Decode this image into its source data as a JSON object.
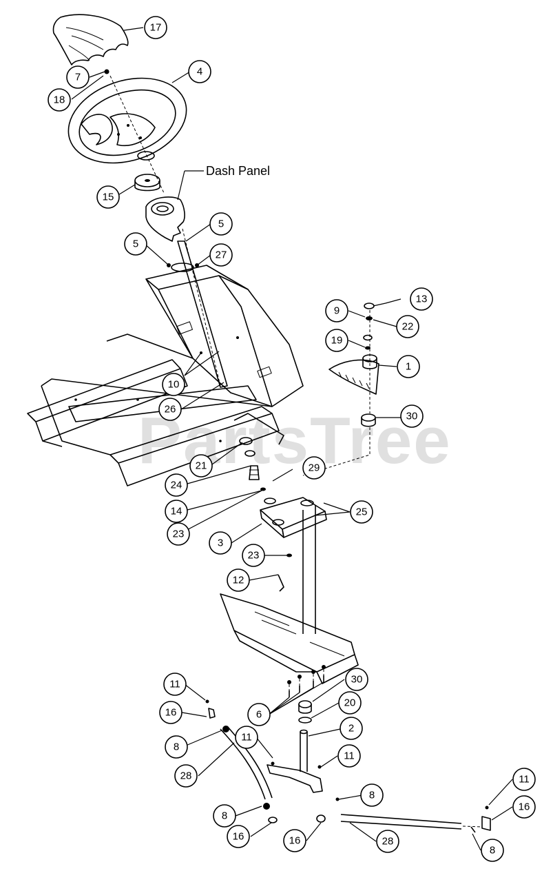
{
  "watermark": "PartsTree",
  "labels": {
    "dash_panel": "Dash Panel"
  },
  "callouts": [
    {
      "id": "c17",
      "text": "17"
    },
    {
      "id": "c4",
      "text": "4"
    },
    {
      "id": "c7",
      "text": "7"
    },
    {
      "id": "c18",
      "text": "18"
    },
    {
      "id": "c15",
      "text": "15"
    },
    {
      "id": "c5a",
      "text": "5"
    },
    {
      "id": "c5b",
      "text": "5"
    },
    {
      "id": "c27",
      "text": "27"
    },
    {
      "id": "c13",
      "text": "13"
    },
    {
      "id": "c9",
      "text": "9"
    },
    {
      "id": "c22",
      "text": "22"
    },
    {
      "id": "c19",
      "text": "19"
    },
    {
      "id": "c1",
      "text": "1"
    },
    {
      "id": "c10",
      "text": "10"
    },
    {
      "id": "c26",
      "text": "26"
    },
    {
      "id": "c30a",
      "text": "30"
    },
    {
      "id": "c21",
      "text": "21"
    },
    {
      "id": "c29",
      "text": "29"
    },
    {
      "id": "c24",
      "text": "24"
    },
    {
      "id": "c14",
      "text": "14"
    },
    {
      "id": "c25",
      "text": "25"
    },
    {
      "id": "c23a",
      "text": "23"
    },
    {
      "id": "c3",
      "text": "3"
    },
    {
      "id": "c23b",
      "text": "23"
    },
    {
      "id": "c12",
      "text": "12"
    },
    {
      "id": "c11a",
      "text": "11"
    },
    {
      "id": "c30b",
      "text": "30"
    },
    {
      "id": "c16a",
      "text": "16"
    },
    {
      "id": "c6",
      "text": "6"
    },
    {
      "id": "c20",
      "text": "20"
    },
    {
      "id": "c8a",
      "text": "8"
    },
    {
      "id": "c2",
      "text": "2"
    },
    {
      "id": "c11b",
      "text": "11"
    },
    {
      "id": "c28a",
      "text": "28"
    },
    {
      "id": "c11c",
      "text": "11"
    },
    {
      "id": "c8b",
      "text": "8"
    },
    {
      "id": "c11d",
      "text": "11"
    },
    {
      "id": "c8c",
      "text": "8"
    },
    {
      "id": "c16b",
      "text": "16"
    },
    {
      "id": "c16c",
      "text": "16"
    },
    {
      "id": "c28b",
      "text": "28"
    },
    {
      "id": "c16d",
      "text": "16"
    },
    {
      "id": "c8d",
      "text": "8"
    }
  ]
}
